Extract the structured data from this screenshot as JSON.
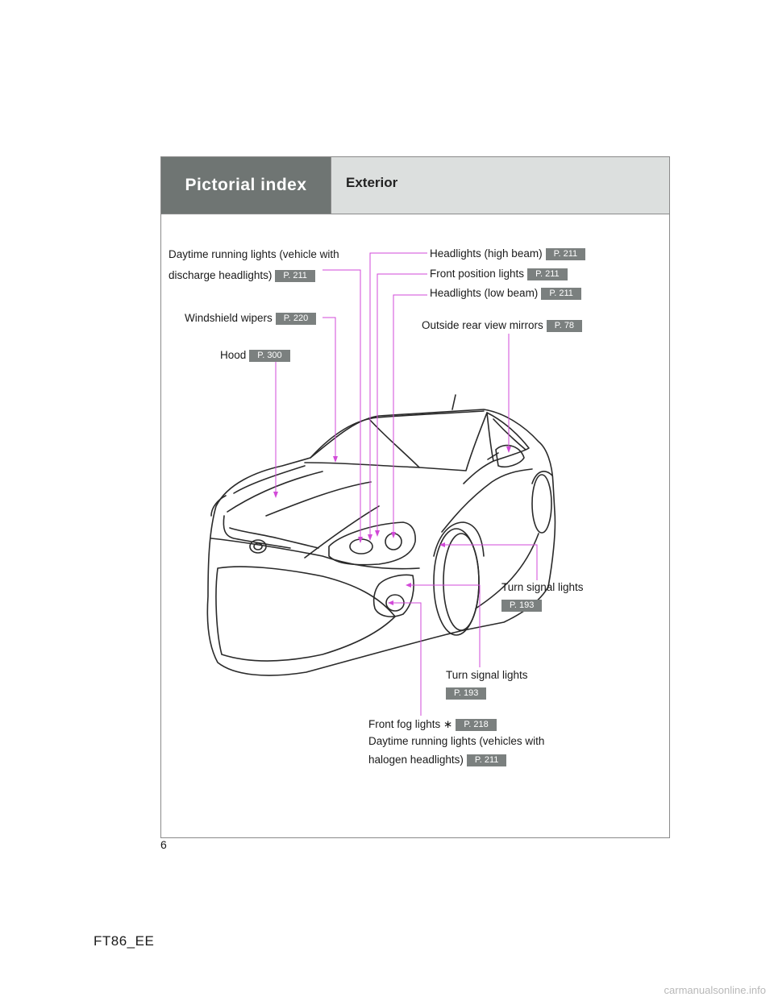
{
  "header": {
    "section": "Pictorial index",
    "title": "Exterior"
  },
  "labels": {
    "drl_discharge_line1": "Daytime running lights (vehicle with",
    "drl_discharge_line2": "discharge headlights)",
    "drl_discharge_page": "P. 211",
    "wipers": "Windshield wipers",
    "wipers_page": "P. 220",
    "hood": "Hood",
    "hood_page": "P. 300",
    "high_beam": "Headlights (high beam)",
    "high_beam_page": "P. 211",
    "front_position": "Front position lights",
    "front_position_page": "P. 211",
    "low_beam": "Headlights (low beam)",
    "low_beam_page": "P. 211",
    "mirrors": "Outside rear view mirrors",
    "mirrors_page": "P. 78",
    "turn_signal_side": "Turn signal lights",
    "turn_signal_side_page": "P. 193",
    "turn_signal_front": "Turn signal lights",
    "turn_signal_front_page": "P. 193",
    "fog": "Front fog lights ∗",
    "fog_page": "P. 218",
    "drl_halogen_line1": "Daytime running lights (vehicles with",
    "drl_halogen_line2": "halogen headlights)",
    "drl_halogen_page": "P. 211"
  },
  "page_number": "6",
  "footer_code": "FT86_EE",
  "watermark": "carmanualsonline.info",
  "colors": {
    "leader": "#d24ad8",
    "header_dark": "#6f7573",
    "header_light": "#dcdfde",
    "page_ref": "#7b807f"
  }
}
